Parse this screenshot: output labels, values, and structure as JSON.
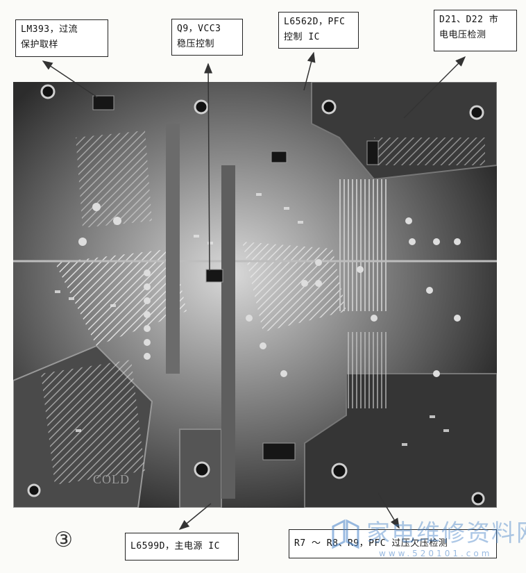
{
  "callouts": {
    "lm393": [
      "LM393，过流",
      "保护取样"
    ],
    "q9": [
      "Q9，VCC3",
      "稳压控制"
    ],
    "l6562d": [
      "L6562D，PFC",
      "控制 IC"
    ],
    "d21": [
      "D21、D22 市",
      "电电压检测"
    ],
    "l6599d": "L6599D，主电源 IC",
    "r7": "R7 ～ R8、R9，PFC 过压欠压检测"
  },
  "figure_number": "③",
  "board_silk_label": "COLD",
  "watermark": {
    "text": "家电维修资料网",
    "url": "www.520101.com"
  }
}
